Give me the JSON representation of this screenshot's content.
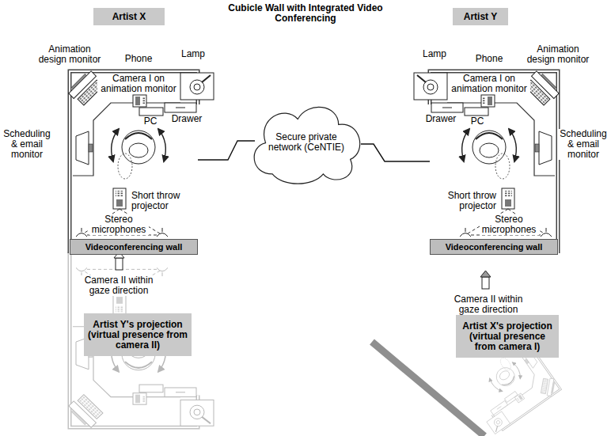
{
  "diagram": {
    "title": "Cubicle Wall with Integrated Video Conferencing",
    "nodes": [
      {
        "text": [
          "Artist X"
        ]
      },
      {
        "text": [
          "Artist Y"
        ]
      },
      {
        "text": [
          "Secure private network (CeNTIE)"
        ]
      },
      {
        "text": [
          "Videoconferencing wall"
        ]
      },
      {
        "text": [
          "Videoconferencing wall"
        ]
      },
      {
        "text": [
          "Artist Y's projection",
          "(virtual presence from camera II)"
        ]
      },
      {
        "text": [
          "Artist X's projection",
          "(virtual presence from camera I)"
        ]
      }
    ],
    "labels": [
      "Animation design monitor",
      "Phone",
      "Lamp",
      "Camera I on animation monitor",
      "PC",
      "Drawer",
      "Scheduling & email monitor",
      "Short throw projector",
      "Stereo microphones",
      "Camera II within gaze direction",
      "Lamp",
      "Phone",
      "Animation design monitor",
      "Camera I on animation monitor",
      "Drawer",
      "PC",
      "Scheduling & email monitor",
      "Short throw projector",
      "Stereo microphones",
      "Camera II within gaze direction"
    ]
  }
}
